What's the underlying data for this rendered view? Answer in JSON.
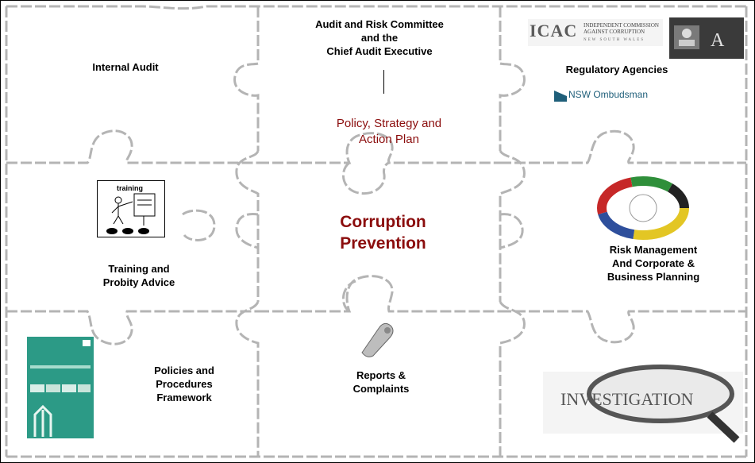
{
  "labels": {
    "internal_audit": "Internal Audit",
    "audit_committee": [
      "Audit and Risk Committee",
      "and the",
      "Chief Audit Executive"
    ],
    "regulatory": "Regulatory Agencies",
    "policy": [
      "Policy, Strategy and",
      "Action Plan"
    ],
    "core": [
      "Corruption",
      "Prevention"
    ],
    "training": [
      "Training and",
      "Probity Advice"
    ],
    "risk": [
      "Risk Management",
      "And Corporate &",
      "Business Planning"
    ],
    "policies": [
      "Policies and",
      "Procedures",
      "Framework"
    ],
    "reports": [
      "Reports &",
      "Complaints"
    ]
  },
  "logos": {
    "icac_mark": "ICAC",
    "icac_name": [
      "INDEPENDENT COMMISSION",
      "AGAINST CORRUPTION"
    ],
    "icac_state": "NEW SOUTH WALES",
    "ombudsman": "NSW Ombudsman",
    "investigation": "INVESTIGATION",
    "training_title": "training"
  },
  "colors": {
    "accent_red": "#8b0d0d",
    "puzzle_line": "#b0b0b0",
    "ombudsman_blue": "#1f5f7a"
  }
}
